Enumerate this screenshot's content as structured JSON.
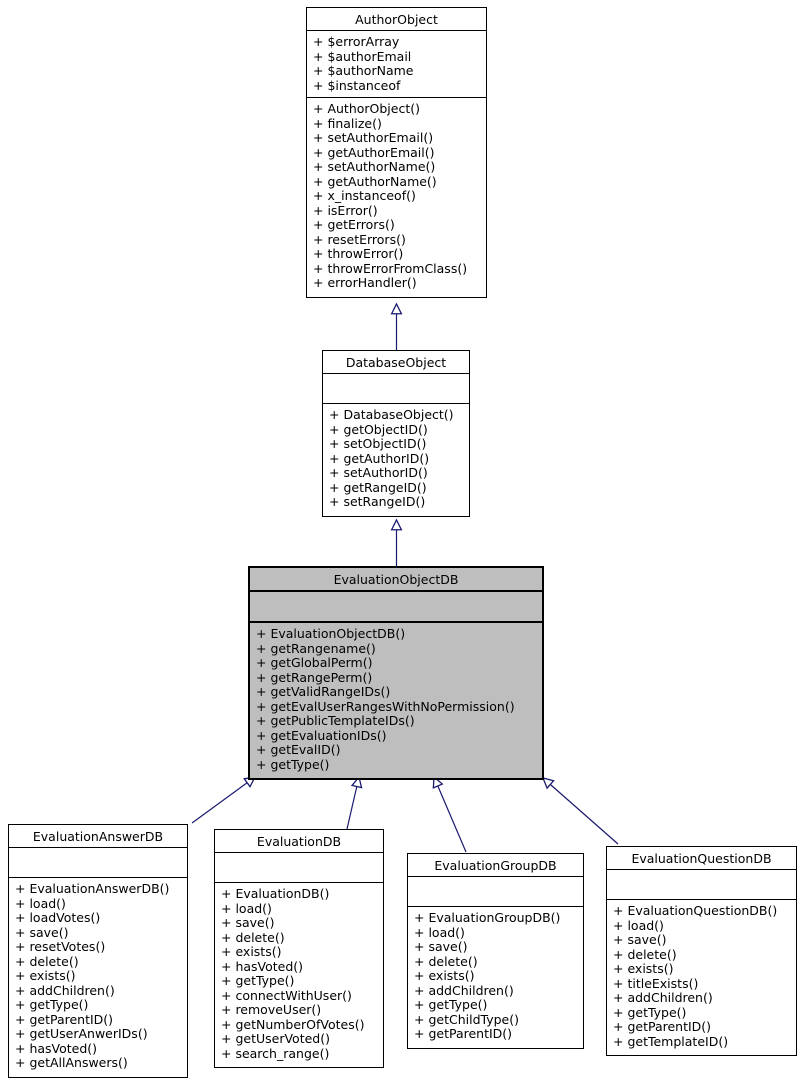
{
  "diagram": {
    "kind": "uml-class-inheritance",
    "colors": {
      "box_fill": "#ffffff",
      "box_border": "#000000",
      "highlight_fill": "#bebebe",
      "arrow": "#191970",
      "text": "#000000"
    },
    "classes": [
      {
        "name": "AuthorObject",
        "highlighted": false,
        "attributes": [
          "+ $errorArray",
          "+ $authorEmail",
          "+ $authorName",
          "+ $instanceof"
        ],
        "methods": [
          "+ AuthorObject()",
          "+ finalize()",
          "+ setAuthorEmail()",
          "+ getAuthorEmail()",
          "+ setAuthorName()",
          "+ getAuthorName()",
          "+ x_instanceof()",
          "+ isError()",
          "+ getErrors()",
          "+ resetErrors()",
          "+ throwError()",
          "+ throwErrorFromClass()",
          "+ errorHandler()"
        ]
      },
      {
        "name": "DatabaseObject",
        "highlighted": false,
        "attributes": [],
        "methods": [
          "+ DatabaseObject()",
          "+ getObjectID()",
          "+ setObjectID()",
          "+ getAuthorID()",
          "+ setAuthorID()",
          "+ getRangeID()",
          "+ setRangeID()"
        ]
      },
      {
        "name": "EvaluationObjectDB",
        "highlighted": true,
        "attributes": [],
        "methods": [
          "+ EvaluationObjectDB()",
          "+ getRangename()",
          "+ getGlobalPerm()",
          "+ getRangePerm()",
          "+ getValidRangeIDs()",
          "+ getEvalUserRangesWithNoPermission()",
          "+ getPublicTemplateIDs()",
          "+ getEvaluationIDs()",
          "+ getEvalID()",
          "+ getType()"
        ]
      },
      {
        "name": "EvaluationAnswerDB",
        "highlighted": false,
        "attributes": [],
        "methods": [
          "+ EvaluationAnswerDB()",
          "+ load()",
          "+ loadVotes()",
          "+ save()",
          "+ resetVotes()",
          "+ delete()",
          "+ exists()",
          "+ addChildren()",
          "+ getType()",
          "+ getParentID()",
          "+ getUserAnwerIDs()",
          "+ hasVoted()",
          "+ getAllAnswers()"
        ]
      },
      {
        "name": "EvaluationDB",
        "highlighted": false,
        "attributes": [],
        "methods": [
          "+ EvaluationDB()",
          "+ load()",
          "+ save()",
          "+ delete()",
          "+ exists()",
          "+ hasVoted()",
          "+ getType()",
          "+ connectWithUser()",
          "+ removeUser()",
          "+ getNumberOfVotes()",
          "+ getUserVoted()",
          "+ search_range()"
        ]
      },
      {
        "name": "EvaluationGroupDB",
        "highlighted": false,
        "attributes": [],
        "methods": [
          "+ EvaluationGroupDB()",
          "+ load()",
          "+ save()",
          "+ delete()",
          "+ exists()",
          "+ addChildren()",
          "+ getType()",
          "+ getChildType()",
          "+ getParentID()"
        ]
      },
      {
        "name": "EvaluationQuestionDB",
        "highlighted": false,
        "attributes": [],
        "methods": [
          "+ EvaluationQuestionDB()",
          "+ load()",
          "+ save()",
          "+ delete()",
          "+ exists()",
          "+ titleExists()",
          "+ addChildren()",
          "+ getType()",
          "+ getParentID()",
          "+ getTemplateID()"
        ]
      }
    ],
    "inheritance": [
      {
        "child": "DatabaseObject",
        "parent": "AuthorObject"
      },
      {
        "child": "EvaluationObjectDB",
        "parent": "DatabaseObject"
      },
      {
        "child": "EvaluationAnswerDB",
        "parent": "EvaluationObjectDB"
      },
      {
        "child": "EvaluationDB",
        "parent": "EvaluationObjectDB"
      },
      {
        "child": "EvaluationGroupDB",
        "parent": "EvaluationObjectDB"
      },
      {
        "child": "EvaluationQuestionDB",
        "parent": "EvaluationObjectDB"
      }
    ]
  }
}
